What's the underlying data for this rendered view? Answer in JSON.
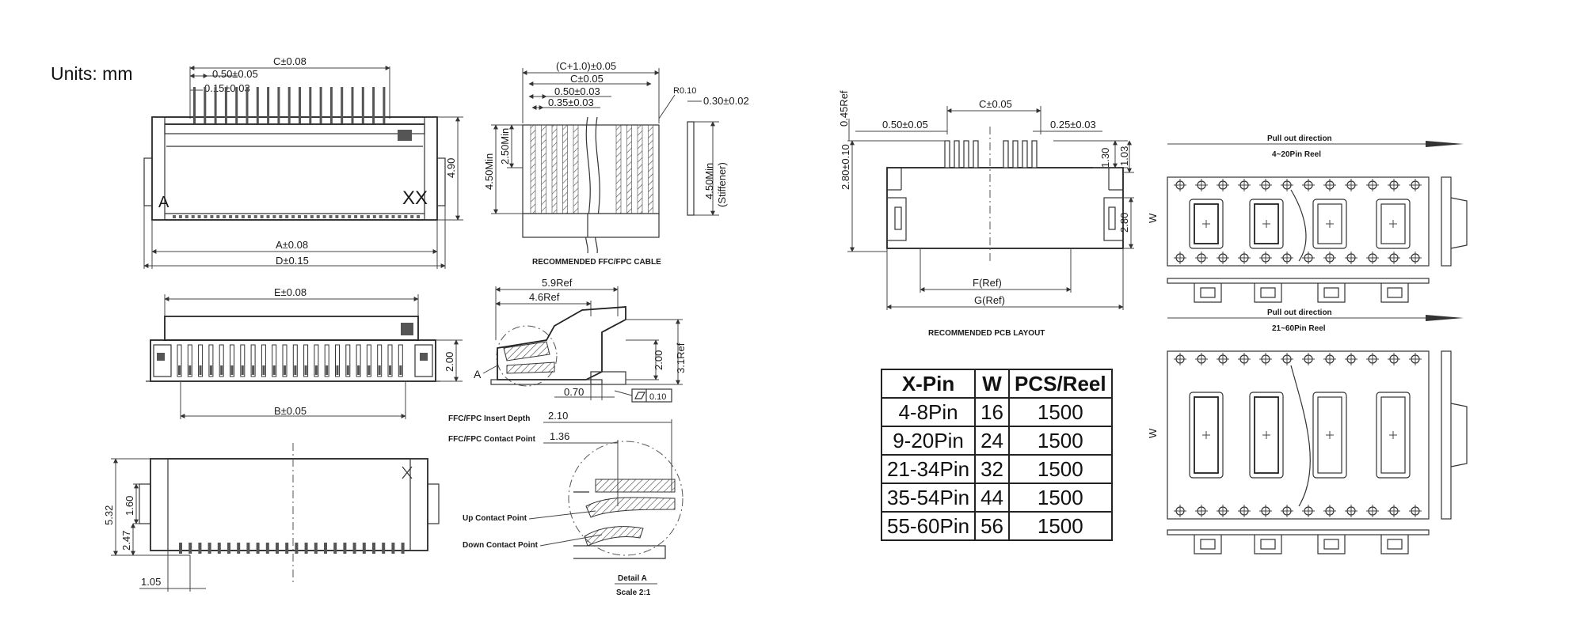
{
  "units_label": "Units: mm",
  "front_view": {
    "dims": [
      "C±0.08",
      "0.50±0.05",
      "0.15±0.03",
      "4.90",
      "A±0.08",
      "D±0.15"
    ],
    "marks": [
      "A",
      "XX"
    ]
  },
  "cable_view": {
    "dims": [
      "(C+1.0)±0.05",
      "C±0.05",
      "0.50±0.03",
      "0.35±0.03",
      "R0.10",
      "0.30±0.02",
      "2.50Min",
      "4.50Min",
      "4.50Min",
      "(Stiffener)"
    ],
    "caption": "RECOMMENDED FFC/FPC CABLE"
  },
  "top_view": {
    "dims": [
      "E±0.08",
      "2.00",
      "B±0.05"
    ]
  },
  "side_view": {
    "dims": [
      "5.9Ref",
      "4.6Ref",
      "2.00",
      "3.1Ref",
      "0.70",
      "0.10"
    ],
    "marks": [
      "A"
    ]
  },
  "bottom_view": {
    "dims": [
      "5.32",
      "1.60",
      "2.47",
      "1.05"
    ]
  },
  "detail_a": {
    "labels": {
      "insert_depth": "FFC/FPC Insert Depth",
      "insert_depth_value": "2.10",
      "contact_point": "FFC/FPC Contact Point",
      "contact_point_value": "1.36",
      "up_contact": "Up Contact Point",
      "down_contact": "Down Contact Point",
      "title": "Detail A",
      "scale": "Scale 2:1"
    }
  },
  "pcb_layout": {
    "dims": [
      "0.45Ref",
      "C±0.05",
      "0.50±0.05",
      "0.25±0.03",
      "2.80±0.10",
      "1.30",
      "1.03",
      "2.80",
      "F(Ref)",
      "G(Ref)"
    ],
    "caption": "RECOMMENDED PCB LAYOUT"
  },
  "reel_views": {
    "pull_out_direction": "Pull out direction",
    "reel_1": "4~20Pin Reel",
    "reel_2": "21~60Pin Reel",
    "w_label": "W"
  },
  "table": {
    "headers": [
      "X-Pin",
      "W",
      "PCS/Reel"
    ],
    "rows": [
      [
        "4-8Pin",
        "16",
        "1500"
      ],
      [
        "9-20Pin",
        "24",
        "1500"
      ],
      [
        "21-34Pin",
        "32",
        "1500"
      ],
      [
        "35-54Pin",
        "44",
        "1500"
      ],
      [
        "55-60Pin",
        "56",
        "1500"
      ]
    ]
  },
  "colors": {
    "line": "#333333",
    "background": "#ffffff"
  }
}
